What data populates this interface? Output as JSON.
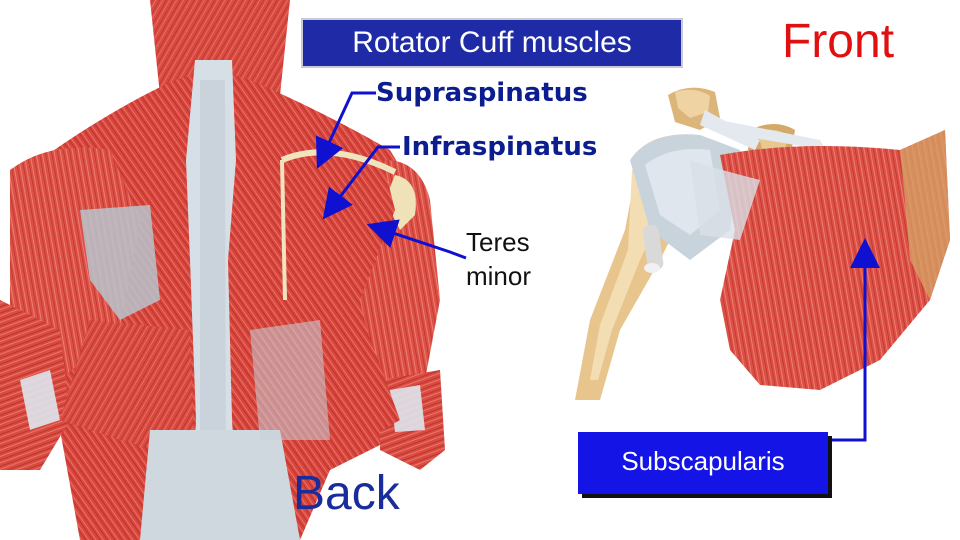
{
  "title": "Rotator Cuff muscles",
  "view_front": "Front",
  "view_back": "Back",
  "labels": {
    "supraspinatus": "Supraspinatus",
    "infraspinatus": "Infraspinatus",
    "teres_minor_line1": "Teres",
    "teres_minor_line2": "minor",
    "subscapularis": "Subscapularis"
  },
  "colors": {
    "title_box": "#1f2aa6",
    "subscapularis_box": "#1414e6",
    "front_text": "#e01010",
    "back_text": "#1a2b9c",
    "pointer_lines": "#1010d0",
    "muscle": "#d9413a"
  }
}
